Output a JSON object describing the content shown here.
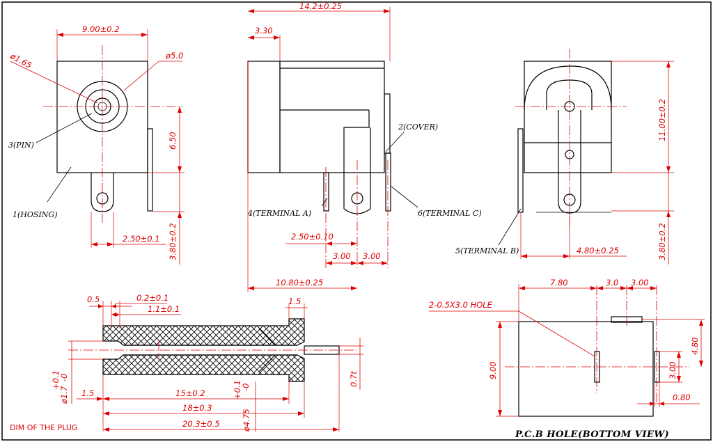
{
  "front_view": {
    "width_dim": "9.00±0.2",
    "pin_hole_dim": "ø1.65",
    "outer_dim": "ø5.0",
    "height_dim": "6.50",
    "terminal_offset_dim": "2.50±0.1",
    "terminal_length_dim": "3.80±0.2",
    "label_pin": "3(PIN)",
    "label_housing": "1(HOSING)"
  },
  "side_view": {
    "length_dim": "14.2±0.25",
    "front_dim": "3.30",
    "depth_dim": "10.80±0.25",
    "terminal_a_dim": "2.50±0.10",
    "terminal_spacing_1": "3.00",
    "terminal_spacing_2": "3.00",
    "label_cover": "2(COVER)",
    "label_terminal_a": "4(TERMINAL A)",
    "label_terminal_c": "6(TERMINAL C)"
  },
  "rear_view": {
    "height_dim": "11.00±0.2",
    "terminal_length_dim": "3.80±0.2",
    "width_dim": "4.80±0.25",
    "label_terminal_b": "5(TERMINAL B)"
  },
  "plug": {
    "dim_05": "0.5",
    "dim_02": "0.2±0.1",
    "dim_11": "1.1±0.1",
    "dim_15_top": "1.5",
    "dim_15_left": "1.5",
    "dim_inner": "15±0.2",
    "dim_mid": "18±0.3",
    "dim_total": "20.3±0.5",
    "dim_pin_dia": "ø1.7",
    "dim_pin_tol_plus": "+0.1",
    "dim_pin_tol_minus": "-0",
    "dim_outer_dia": "ø4.75",
    "dim_outer_tol_plus": "+0.1",
    "dim_outer_tol_minus": "-0",
    "dim_thickness": "0.7t",
    "caption": "DIM OF THE PLUG"
  },
  "pcb": {
    "dim_780": "7.80",
    "dim_30": "3.0",
    "dim_300_top": "3.00",
    "hole_label": "2-0.5X3.0 HOLE",
    "dim_480": "4.80",
    "dim_900": "9.00",
    "dim_300_right": "3.00",
    "dim_080": "0.80",
    "title": "P.C.B HOLE(BOTTOM VIEW)"
  },
  "colors": {
    "dimension": "#e00000",
    "outline": "#000000"
  }
}
